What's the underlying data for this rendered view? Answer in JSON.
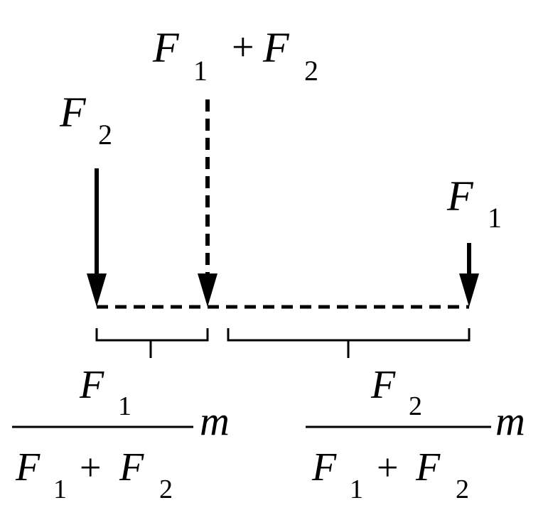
{
  "diagram": {
    "forces": {
      "left": {
        "symbol": "F",
        "subscript": "2"
      },
      "resultant": {
        "symbol_a": "F",
        "subscript_a": "1",
        "plus": "+",
        "symbol_b": "F",
        "subscript_b": "2"
      },
      "right": {
        "symbol": "F",
        "subscript": "1"
      }
    },
    "distances": {
      "left": {
        "numerator": {
          "symbol": "F",
          "subscript": "1"
        },
        "denominator": {
          "symbol_a": "F",
          "subscript_a": "1",
          "plus": "+",
          "symbol_b": "F",
          "subscript_b": "2"
        },
        "unit": "m"
      },
      "right": {
        "numerator": {
          "symbol": "F",
          "subscript": "2"
        },
        "denominator": {
          "symbol_a": "F",
          "subscript_a": "1",
          "plus": "+",
          "symbol_b": "F",
          "subscript_b": "2"
        },
        "unit": "m"
      }
    }
  }
}
